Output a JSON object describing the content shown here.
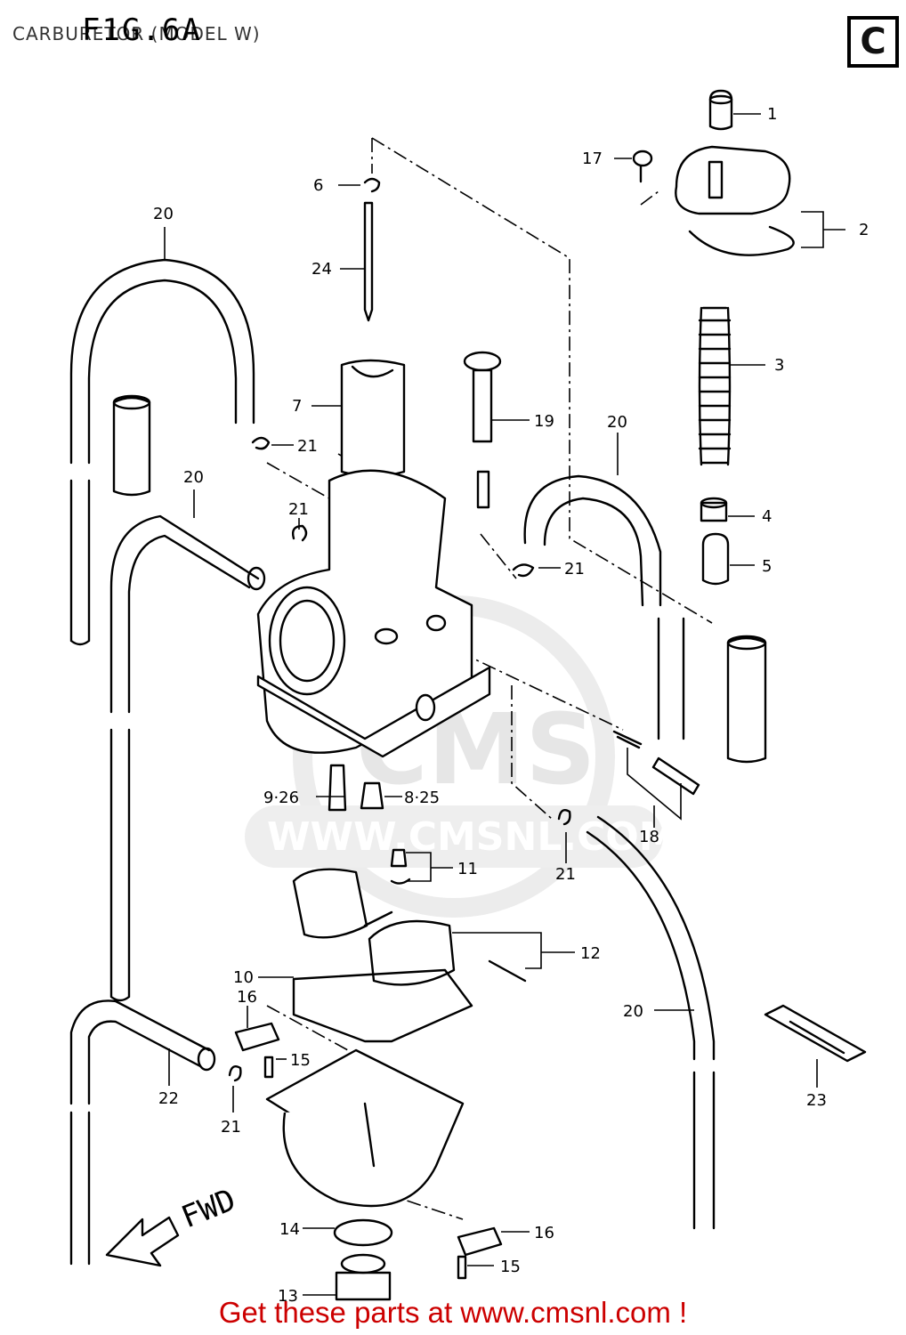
{
  "header": {
    "title": "CARBURETOR (MODEL W)",
    "figure": "F1G.6A",
    "section": "C"
  },
  "watermark": {
    "brand": "CMS",
    "url": "WWW.CMSNL.COM"
  },
  "orientation_label": "FWD",
  "parts": [
    {
      "id": "1",
      "label": "1"
    },
    {
      "id": "2",
      "label": "2"
    },
    {
      "id": "3",
      "label": "3"
    },
    {
      "id": "4",
      "label": "4"
    },
    {
      "id": "5",
      "label": "5"
    },
    {
      "id": "6",
      "label": "6"
    },
    {
      "id": "7",
      "label": "7"
    },
    {
      "id": "8",
      "label": "8·25"
    },
    {
      "id": "9",
      "label": "9·26"
    },
    {
      "id": "10",
      "label": "10"
    },
    {
      "id": "11",
      "label": "11"
    },
    {
      "id": "12",
      "label": "12"
    },
    {
      "id": "13",
      "label": "13"
    },
    {
      "id": "14",
      "label": "14"
    },
    {
      "id": "15a",
      "label": "15"
    },
    {
      "id": "15b",
      "label": "15"
    },
    {
      "id": "16a",
      "label": "16"
    },
    {
      "id": "16b",
      "label": "16"
    },
    {
      "id": "17",
      "label": "17"
    },
    {
      "id": "18",
      "label": "18"
    },
    {
      "id": "19",
      "label": "19"
    },
    {
      "id": "20a",
      "label": "20"
    },
    {
      "id": "20b",
      "label": "20"
    },
    {
      "id": "20c",
      "label": "20"
    },
    {
      "id": "20d",
      "label": "20"
    },
    {
      "id": "21a",
      "label": "21"
    },
    {
      "id": "21b",
      "label": "21"
    },
    {
      "id": "21c",
      "label": "21"
    },
    {
      "id": "21d",
      "label": "21"
    },
    {
      "id": "21e",
      "label": "21"
    },
    {
      "id": "22",
      "label": "22"
    },
    {
      "id": "23",
      "label": "23"
    },
    {
      "id": "24",
      "label": "24"
    }
  ],
  "footer": {
    "text": "Get these parts at www.cmsnl.com !"
  }
}
